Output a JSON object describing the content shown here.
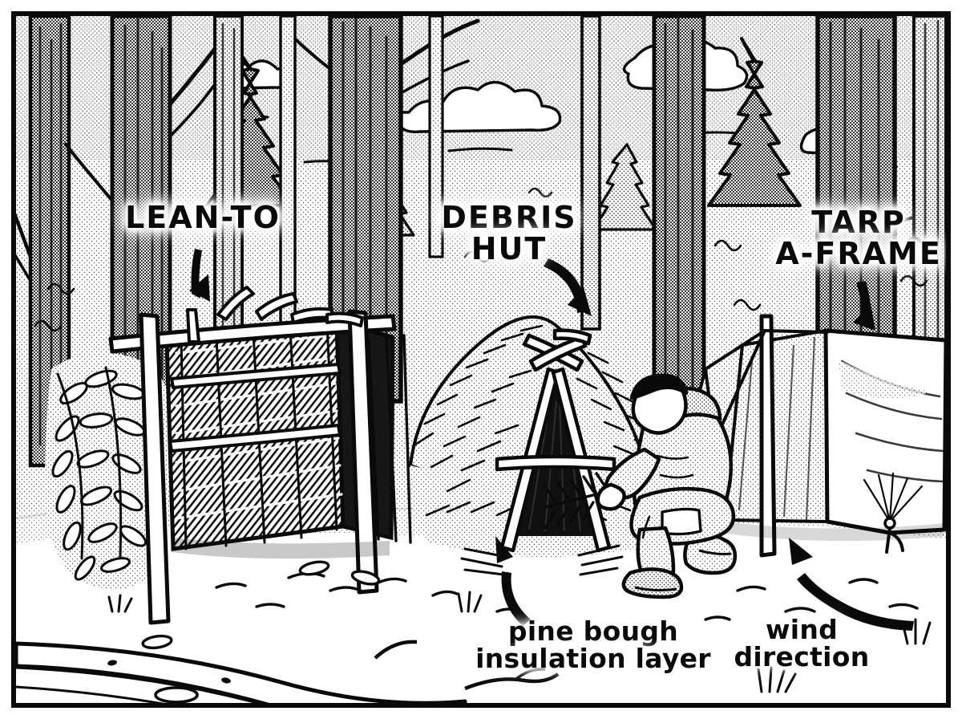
{
  "illustration": {
    "style": "black-and-white halftone comic panel",
    "subject": "three wilderness survival shelters in a forest clearing",
    "border_color": "#0a0a0a",
    "ink_color": "#0a0a0a",
    "paper_color": "#ffffff"
  },
  "labels": {
    "lean_to": "LEAN-TO",
    "debris_hut": "DEBRIS\nHUT",
    "tarp_a_frame": "TARP\nA-FRAME",
    "pine_bough": "pine bough\ninsulation layer",
    "wind_direction": "wind direction"
  },
  "annotations": [
    {
      "name": "lean-to-arrow",
      "target": "lean-to shelter",
      "direction": "down"
    },
    {
      "name": "debris-hut-arrow",
      "target": "debris hut",
      "direction": "down-right"
    },
    {
      "name": "tarp-arrow",
      "target": "tarp a-frame",
      "direction": "down"
    },
    {
      "name": "pine-bough-arrow",
      "target": "pine bough pile",
      "direction": "up-left"
    },
    {
      "name": "wind-arrow",
      "target": "wind flow",
      "direction": "up-left"
    }
  ],
  "scene": {
    "sky": "overcast with outlined clouds",
    "background": "mixed forest of bare deciduous trunks and conifers",
    "foreground": "leaf-littered forest floor with fallen log",
    "figure": "crouching person in hooded jacket placing pine boughs"
  }
}
